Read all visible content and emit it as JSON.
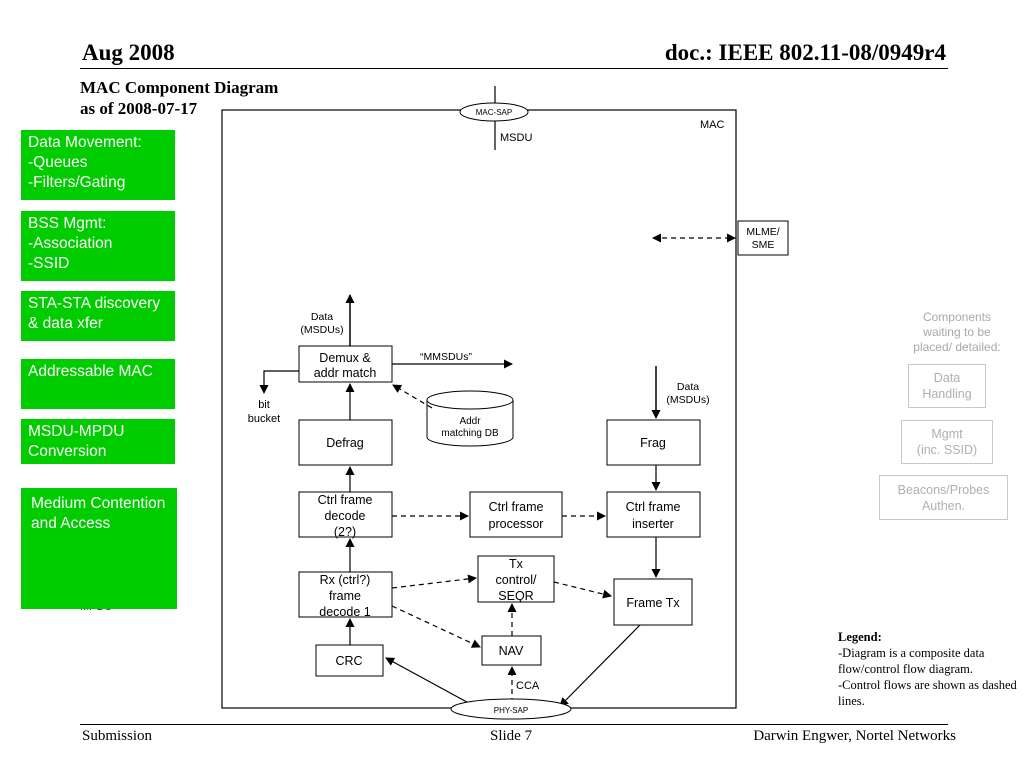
{
  "header": {
    "date": "Aug 2008",
    "doc": "doc.: IEEE 802.11-08/0949r4"
  },
  "title": {
    "line1": "MAC Component Diagram",
    "line2": "as of 2008-07-17"
  },
  "footer": {
    "left": "Submission",
    "center": "Slide 7",
    "right": "Darwin Engwer, Nortel Networks"
  },
  "green_boxes": [
    {
      "lines": [
        "Data Movement:",
        "-Queues",
        "-Filters/Gating"
      ]
    },
    {
      "lines": [
        "BSS Mgmt:",
        "-Association",
        "-SSID"
      ]
    },
    {
      "lines": [
        "STA-STA discovery",
        "& data xfer"
      ]
    },
    {
      "lines": [
        "Addressable MAC"
      ]
    },
    {
      "lines": [
        "MSDU-MPDU",
        "Conversion"
      ]
    },
    {
      "lines": [
        "Medium Contention",
        "and Access"
      ]
    }
  ],
  "partial_text": "MPDU",
  "diagram": {
    "mac_label": "MAC",
    "mac_sap": "MAC-SAP",
    "phy_sap": "PHY-SAP",
    "msdu": "MSDU",
    "mlme": [
      "MLME/",
      "SME"
    ],
    "data_up": [
      "Data",
      "(MSDUs)"
    ],
    "data_down": [
      "Data",
      "(MSDUs)"
    ],
    "mmsdus": "“MMSDUs”",
    "bit_bucket": [
      "bit",
      "bucket"
    ],
    "demux": [
      "Demux &",
      "addr match"
    ],
    "addr_db": [
      "Addr",
      "matching DB"
    ],
    "defrag": [
      "Defrag"
    ],
    "frag": [
      "Frag"
    ],
    "ctrl_decode": [
      "Ctrl frame",
      "decode",
      "(2?)"
    ],
    "ctrl_proc": [
      "Ctrl frame",
      "processor"
    ],
    "ctrl_ins": [
      "Ctrl frame",
      "inserter"
    ],
    "rx_decode": [
      "Rx (ctrl?)",
      "frame",
      "decode 1"
    ],
    "tx_ctrl": [
      "Tx",
      "control/",
      "SEQR"
    ],
    "frame_tx": [
      "Frame Tx"
    ],
    "nav": [
      "NAV"
    ],
    "crc": [
      "CRC"
    ],
    "cca": "CCA"
  },
  "waiting": {
    "title": [
      "Components",
      "waiting to be",
      "placed/ detailed:"
    ],
    "boxes": [
      {
        "lines": [
          "Data",
          "Handling"
        ]
      },
      {
        "lines": [
          "Mgmt",
          "(inc. SSID)"
        ]
      },
      {
        "lines": [
          "Beacons/Probes",
          "Authen."
        ]
      }
    ]
  },
  "legend": {
    "title": "Legend:",
    "items": [
      "-Diagram is a composite data flow/control flow diagram.",
      "-Control flows are shown as dashed lines."
    ]
  }
}
